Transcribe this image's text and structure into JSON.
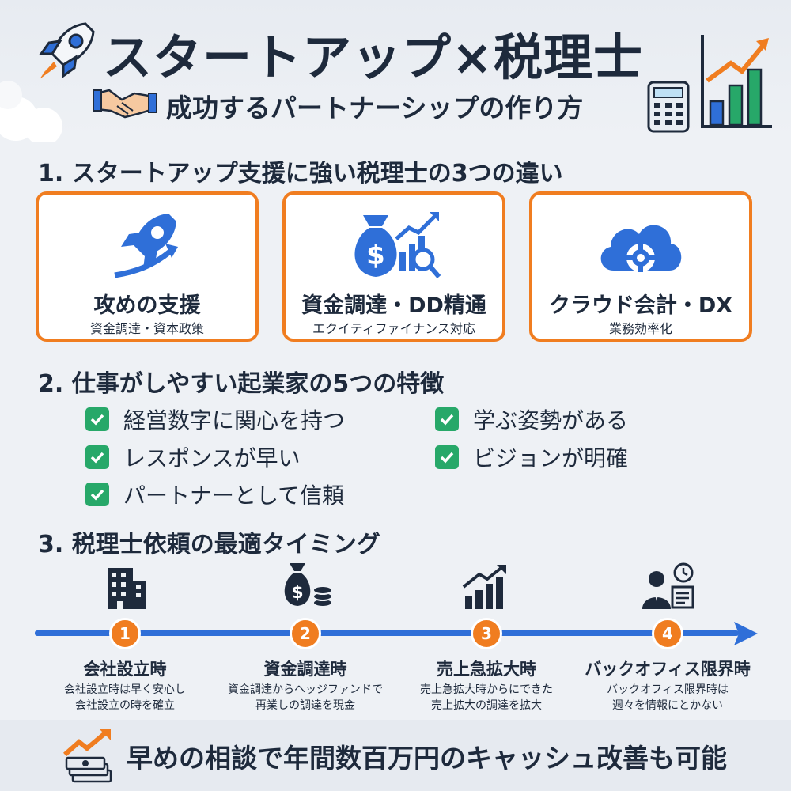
{
  "header": {
    "title": "スタートアップ×税理士",
    "subtitle": "成功するパートナーシップの作り方"
  },
  "section1": {
    "title": "1. スタートアップ支援に強い税理士の3つの違い",
    "cards": [
      {
        "icon": "rocket-icon",
        "title": "攻めの支援",
        "sub": "資金調達・資本政策"
      },
      {
        "icon": "money-bag-chart-icon",
        "title": "資金調達・DD精通",
        "sub": "エクイティファイナンス対応"
      },
      {
        "icon": "cloud-gear-icon",
        "title": "クラウド会計・DX",
        "sub": "業務効率化"
      }
    ]
  },
  "section2": {
    "title": "2. 仕事がしやすい起業家の5つの特徴",
    "traits": [
      "経営数字に関心を持つ",
      "レスポンスが早い",
      "パートナーとして信頼",
      "学ぶ姿勢がある",
      "ビジョンが明確"
    ]
  },
  "section3": {
    "title": "3. 税理士依頼の最適タイミング",
    "steps": [
      {
        "num": "1",
        "icon": "building-icon",
        "title": "会社設立時",
        "desc1": "会社設立時は早く安心し",
        "desc2": "会社設立の時を確立"
      },
      {
        "num": "2",
        "icon": "money-bag-coins-icon",
        "title": "資金調達時",
        "desc1": "資金調達からヘッジファンドで",
        "desc2": "再業しの調達を現金"
      },
      {
        "num": "3",
        "icon": "growth-chart-icon",
        "title": "売上急拡大時",
        "desc1": "売上急拡大時からにできた",
        "desc2": "売上拡大の調達を拡大"
      },
      {
        "num": "4",
        "icon": "businessman-clock-icon",
        "title": "バックオフィス限界時",
        "desc1": "バックオフィス限界時は",
        "desc2": "週々を情報にとかない"
      }
    ]
  },
  "footer": {
    "text": "早めの相談で年間数百万円のキャッシュ改善も可能"
  },
  "colors": {
    "accent_orange": "#f07d20",
    "accent_blue": "#2f6fd8",
    "check_green": "#27a869",
    "text_dark": "#1e2a3c"
  }
}
